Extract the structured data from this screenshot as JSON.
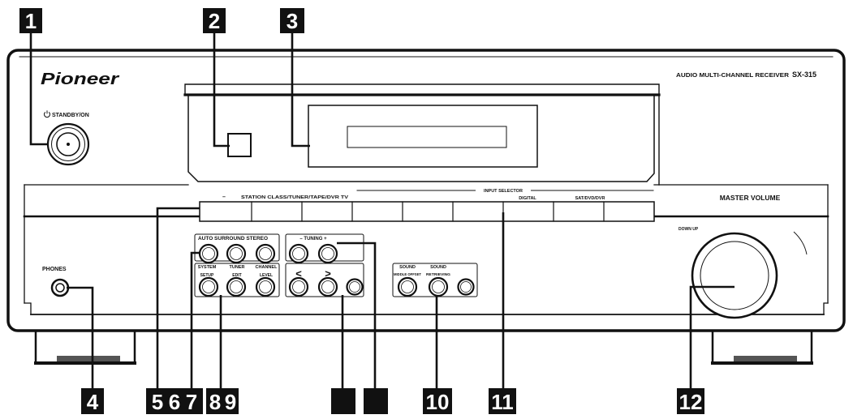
{
  "brand": {
    "logo": "Pioneer"
  },
  "model": {
    "label": "AUDIO MULTI-CHANNEL RECEIVER",
    "number": "SX-315"
  },
  "front_panel": {
    "standby_label": "STANDBY/ON",
    "phones_label": "PHONES",
    "input_buttons_minus": "–",
    "input_buttons_left_label": "STATION CLASS/TUNER/TAPE/DVR TV",
    "input_selector_label": "INPUT SELECTOR",
    "digital_label": "DIGITAL",
    "sat_dvd_dvr_label": "SAT/DVD/DVR",
    "master_volume_label": "MASTER VOLUME",
    "volume_direction_label": "DOWN UP",
    "auto_surround_stereo_label": "AUTO SURROUND STEREO",
    "system_setup": {
      "top": "SYSTEM",
      "bottom": "SETUP"
    },
    "tuner_edit": {
      "top": "TUNER",
      "bottom": "EDIT"
    },
    "channel_level": {
      "top": "CHANNEL",
      "bottom": "LEVEL"
    },
    "tuning_label": "– TUNING +",
    "left_arrow": "<",
    "right_arrow": ">",
    "sound_left": {
      "top": "SOUND",
      "bottom": "MIDDLE OFFSET"
    },
    "sound_right": {
      "top": "SOUND",
      "bottom": "RETRIEVING"
    }
  },
  "callouts": {
    "top": [
      "1",
      "2",
      "3"
    ],
    "bottom": [
      "4",
      "5",
      "6",
      "7",
      "8",
      "9",
      "10",
      "11",
      "12"
    ]
  },
  "icons": {
    "standby": "power-icon"
  },
  "colors": {
    "line": "#111111",
    "callout_fill": "#111111",
    "callout_text": "#ffffff",
    "panel": "#ffffff"
  }
}
